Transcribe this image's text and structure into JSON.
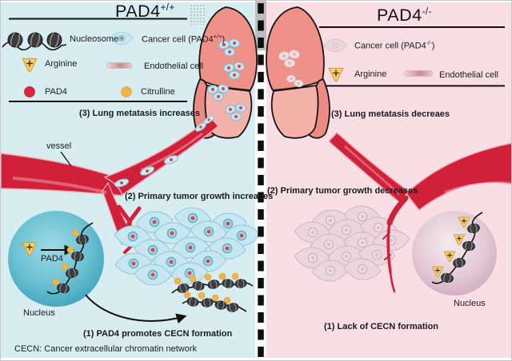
{
  "left": {
    "title": "PAD4",
    "title_sup": "+/+",
    "legend": {
      "nucleosome": "Nucleosome",
      "cancer_prefix": "Cancer cell (PAD4",
      "cancer_sup": "+/+",
      "cancer_suffix": ")",
      "arginine": "Arginine",
      "endothelial": "Endothelial cell",
      "pad4": "PAD4",
      "citrulline": "Citrulline"
    },
    "step3": "(3) Lung metatasis increases",
    "vessel_label": "vessel",
    "step2": "(2) Primary tumor growth increases",
    "pad4_enzyme_label": "PAD4",
    "nucleus_label": "Nucleus",
    "step1": "(1) PAD4 promotes CECN formation",
    "footnote": "CECN: Cancer extracellular chromatin network"
  },
  "right": {
    "title": "PAD4",
    "title_sup": "-/-",
    "legend": {
      "cancer_prefix": "Cancer cell (PAD4",
      "cancer_sup": "-/-",
      "cancer_suffix": ")",
      "arginine": "Arginine",
      "endothelial": "Endothelial cell"
    },
    "step3": "(3) Lung metatasis decreaes",
    "step2": "(2) Primary tumor growth decreases",
    "nucleus_label": "Nucleus",
    "step1": "(1) Lack of CECN formation"
  },
  "colors": {
    "left_bg": "#d8edf2",
    "right_bg": "#f9dee6",
    "vessel_red": "#d1203a",
    "cancer_cell_blue": "#c8e6f0",
    "cancer_cell_pink": "#ecd6dd",
    "arginine_yellow": "#f6cc6d",
    "citrulline_orange": "#f2b34a",
    "pad4_red": "#d9253d",
    "nucleus_left_teal": "#4fb0c4",
    "nucleus_right_mauve": "#d9b6c6",
    "lung_salmon": "#ef9189"
  }
}
